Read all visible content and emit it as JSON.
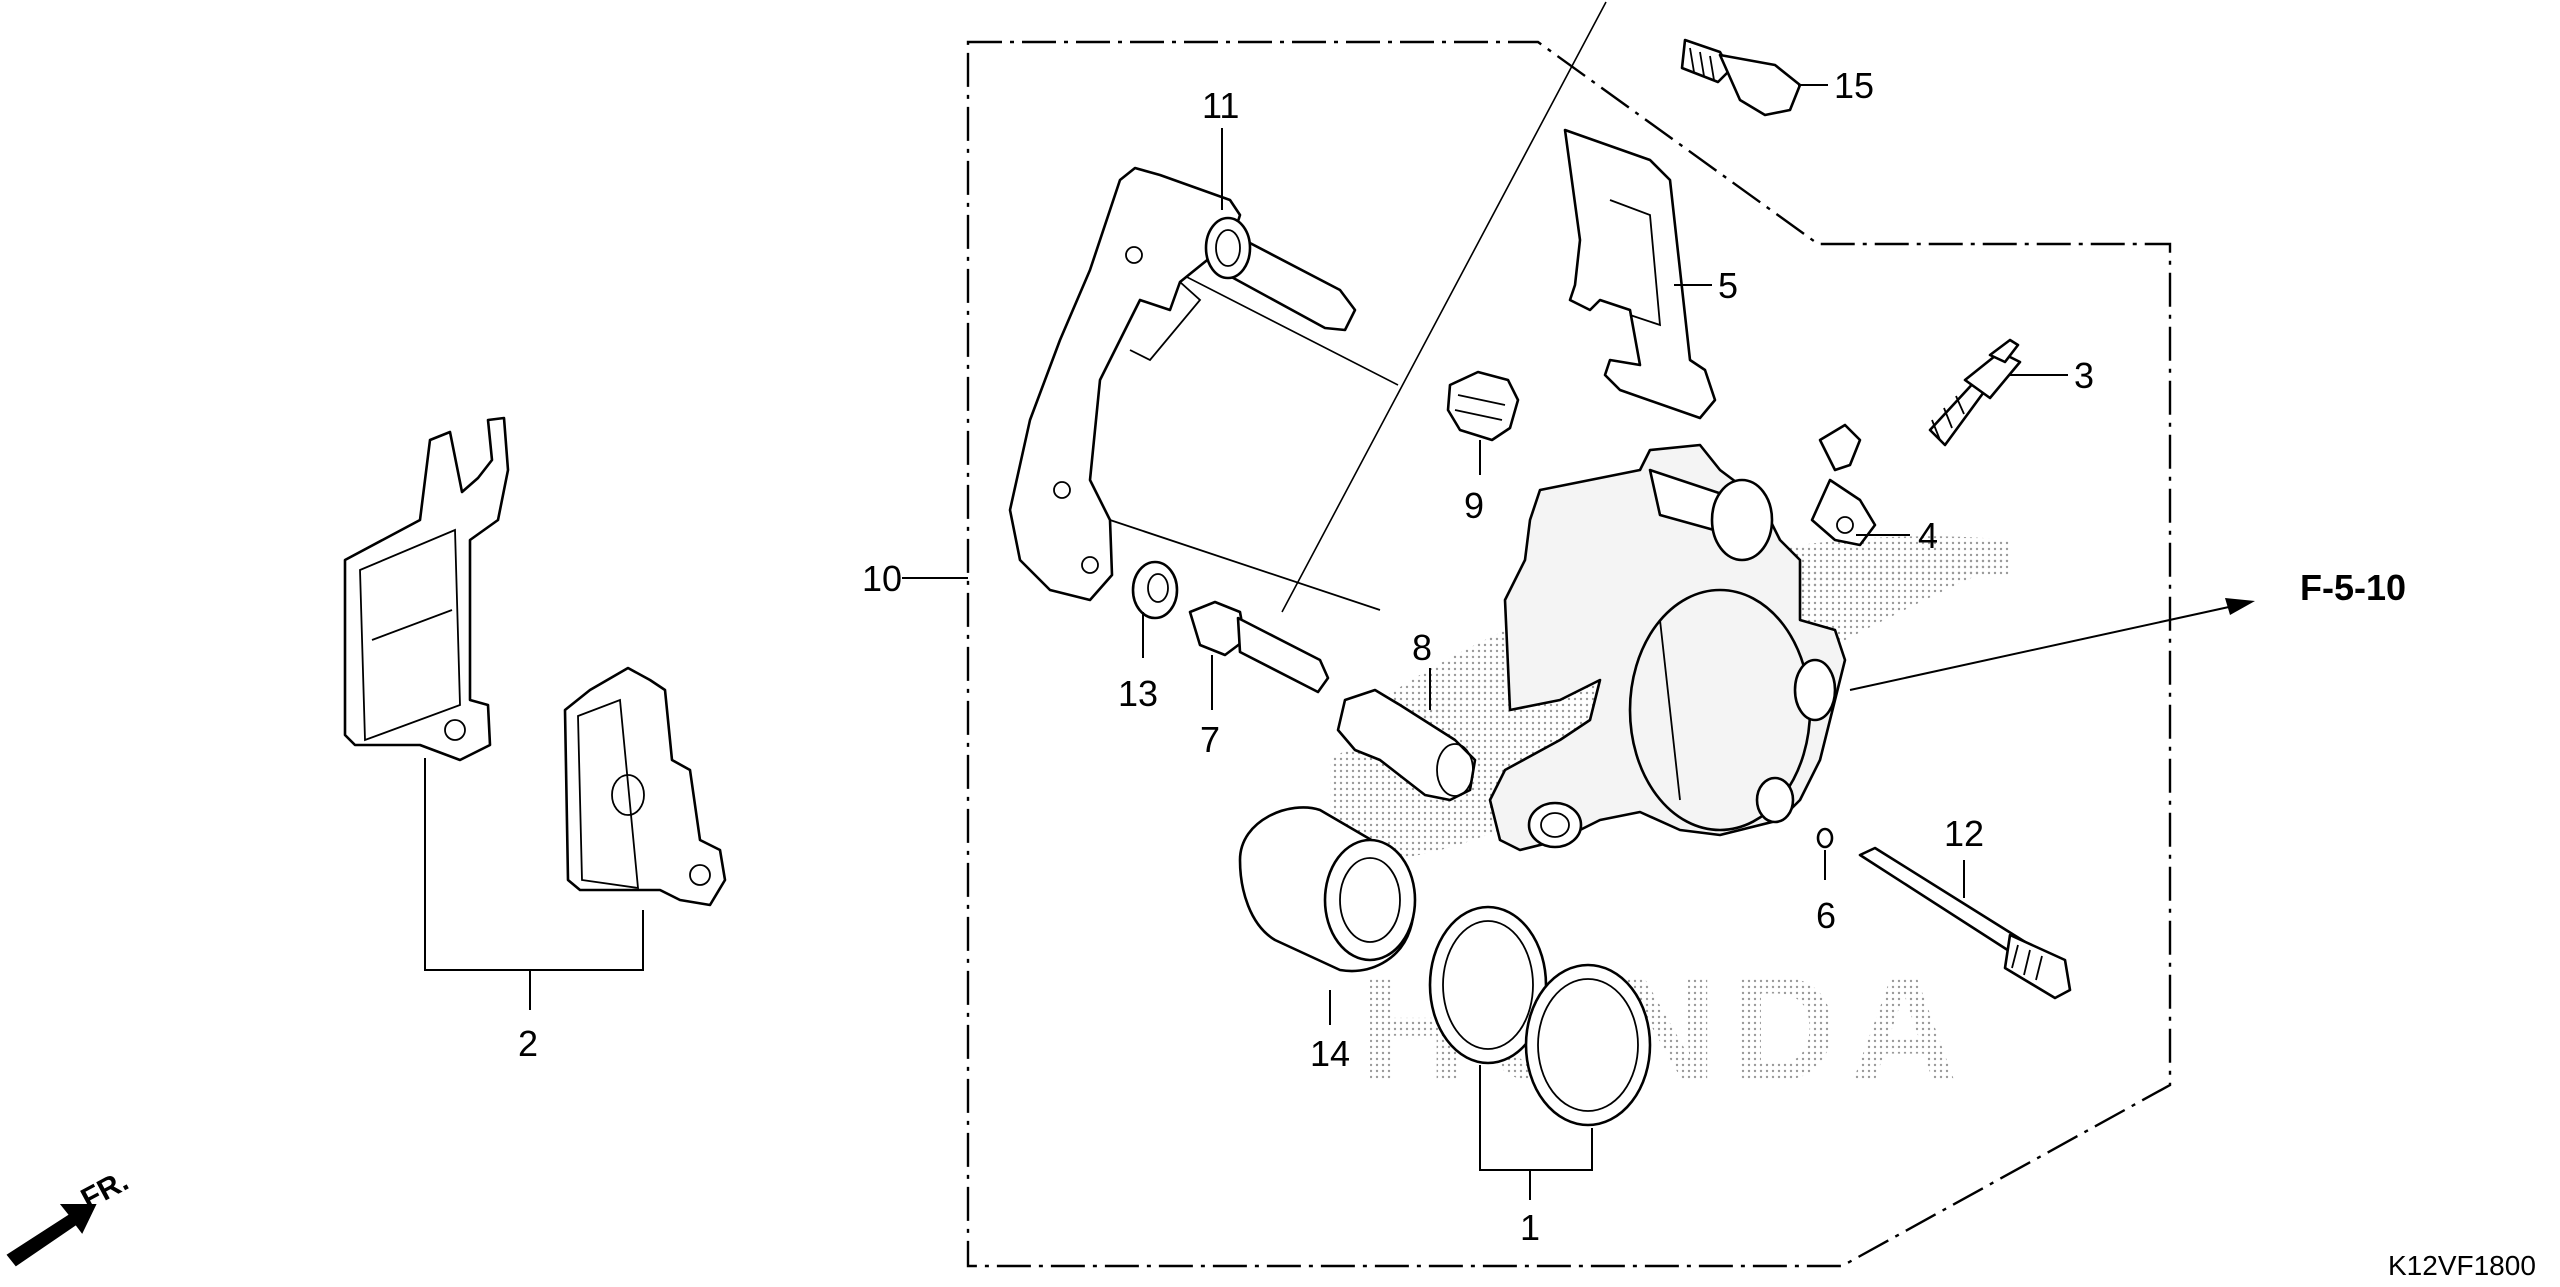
{
  "diagram": {
    "code": "K12VF1800",
    "reference": "F-5-10",
    "direction": "FR.",
    "logo_text": "HONDA",
    "callouts": [
      "1",
      "2",
      "3",
      "4",
      "5",
      "6",
      "7",
      "8",
      "9",
      "10",
      "11",
      "12",
      "13",
      "14",
      "15"
    ]
  }
}
